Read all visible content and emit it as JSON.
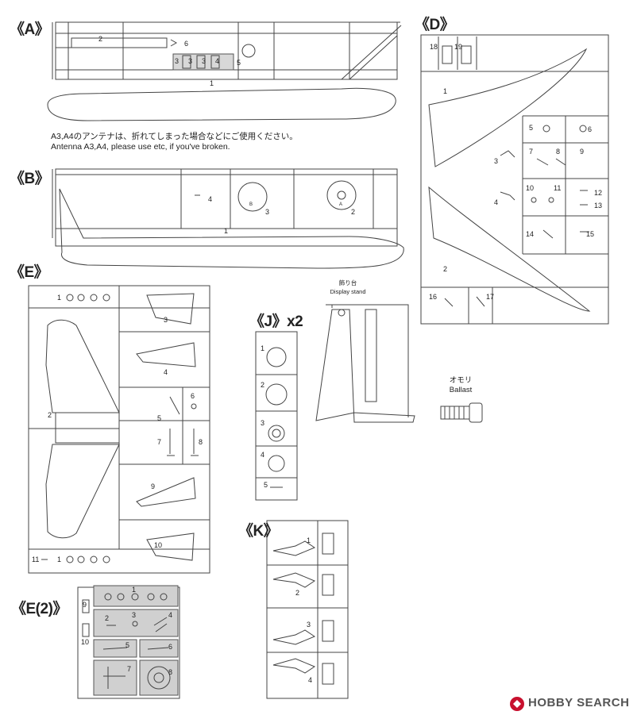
{
  "sprues": {
    "A": {
      "title": "《A》",
      "parts": [
        "2",
        "6",
        "3",
        "3",
        "3",
        "4",
        "5",
        "1"
      ],
      "note_jp": "A3,A4のアンテナは、折れてしまった場合などにご使用ください。",
      "note_en": "Antenna A3,A4, please use etc, if you've broken."
    },
    "B": {
      "title": "《B》",
      "parts": [
        "4",
        "3",
        "2",
        "1"
      ],
      "mark_b": "B",
      "mark_a": "A"
    },
    "D": {
      "title": "《D》",
      "parts": [
        "18",
        "19",
        "1",
        "5",
        "6",
        "3",
        "7",
        "8",
        "9",
        "4",
        "10",
        "11",
        "12",
        "13",
        "14",
        "15",
        "2",
        "16",
        "17"
      ]
    },
    "E": {
      "title": "《E》",
      "parts": [
        "1",
        "3",
        "4",
        "2",
        "6",
        "5",
        "7",
        "8",
        "9",
        "10",
        "11",
        "1"
      ]
    },
    "J": {
      "title": "《J》x2",
      "parts": [
        "1",
        "2",
        "3",
        "4",
        "5"
      ]
    },
    "K": {
      "title": "《K》",
      "parts": [
        "1",
        "2",
        "3",
        "4"
      ]
    },
    "E2": {
      "title": "《E(2)》",
      "parts": [
        "1",
        "9",
        "2",
        "3",
        "4",
        "10",
        "5",
        "6",
        "7",
        "8"
      ]
    },
    "stand": {
      "title_jp": "飾り台",
      "title_en": "Display stand"
    },
    "ballast": {
      "title_jp": "オモリ",
      "title_en": "Ballast"
    }
  },
  "watermark": {
    "text": "HOBBY SEARCH",
    "icon": "hobby-search-logo-icon"
  }
}
